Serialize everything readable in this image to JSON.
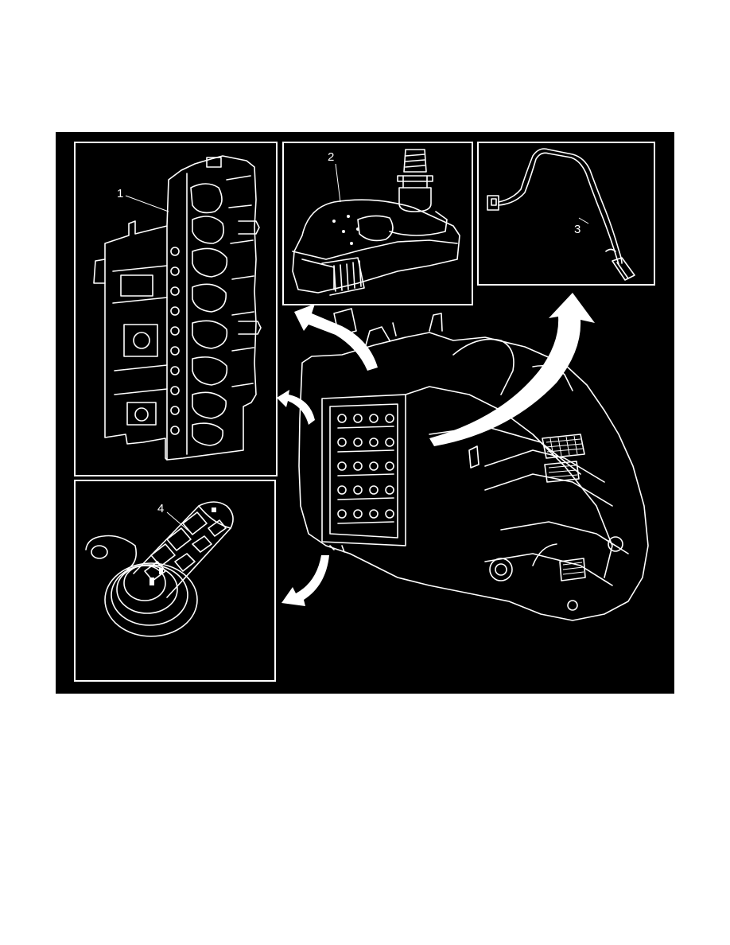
{
  "callouts": {
    "c1": "1",
    "c2": "2",
    "c3": "3",
    "c4": "4"
  },
  "colors": {
    "page_background": "#ffffff",
    "figure_background": "#000000",
    "linework": "#ffffff"
  }
}
